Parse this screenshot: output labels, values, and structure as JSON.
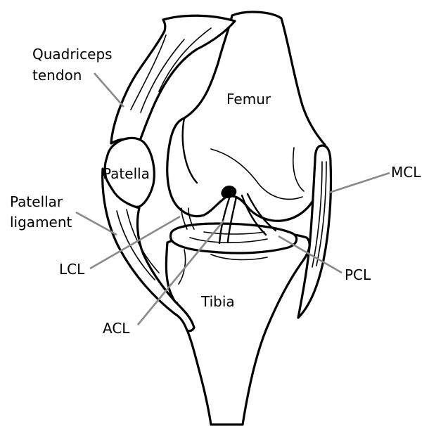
{
  "labels": {
    "quadriceps_tendon_line1": "Quadriceps",
    "quadriceps_tendon_line2": "tendon",
    "femur": "Femur",
    "patella": "Patella",
    "mcl": "MCL",
    "patellar_ligament_line1": "Patellar",
    "patellar_ligament_line2": "ligament",
    "lcl": "LCL",
    "pcl": "PCL",
    "tibia": "Tibia",
    "acl": "ACL"
  },
  "colors": {
    "outline": "#000000",
    "leader_line": "#8a8a8a",
    "background": "#ffffff"
  }
}
